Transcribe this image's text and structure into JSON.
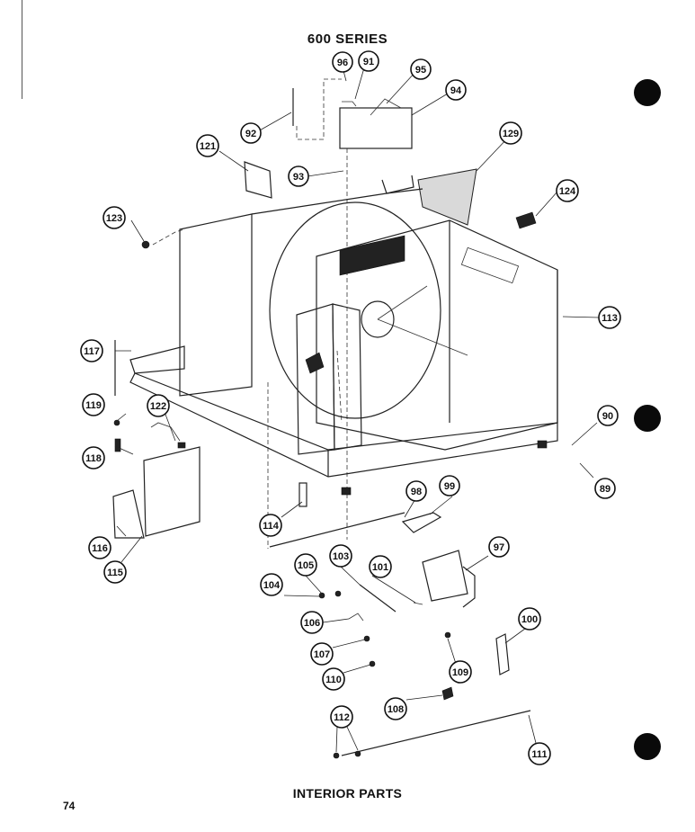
{
  "header": {
    "title": "600 SERIES"
  },
  "footer": {
    "caption": "INTERIOR PARTS",
    "page_number": "74"
  },
  "callouts": [
    "96",
    "91",
    "95",
    "92",
    "94",
    "121",
    "129",
    "93",
    "124",
    "123",
    "113",
    "117",
    "119",
    "122",
    "90",
    "118",
    "89",
    "116",
    "115",
    "114",
    "98",
    "99",
    "97",
    "105",
    "103",
    "101",
    "104",
    "106",
    "107",
    "110",
    "109",
    "100",
    "108",
    "112",
    "111"
  ]
}
